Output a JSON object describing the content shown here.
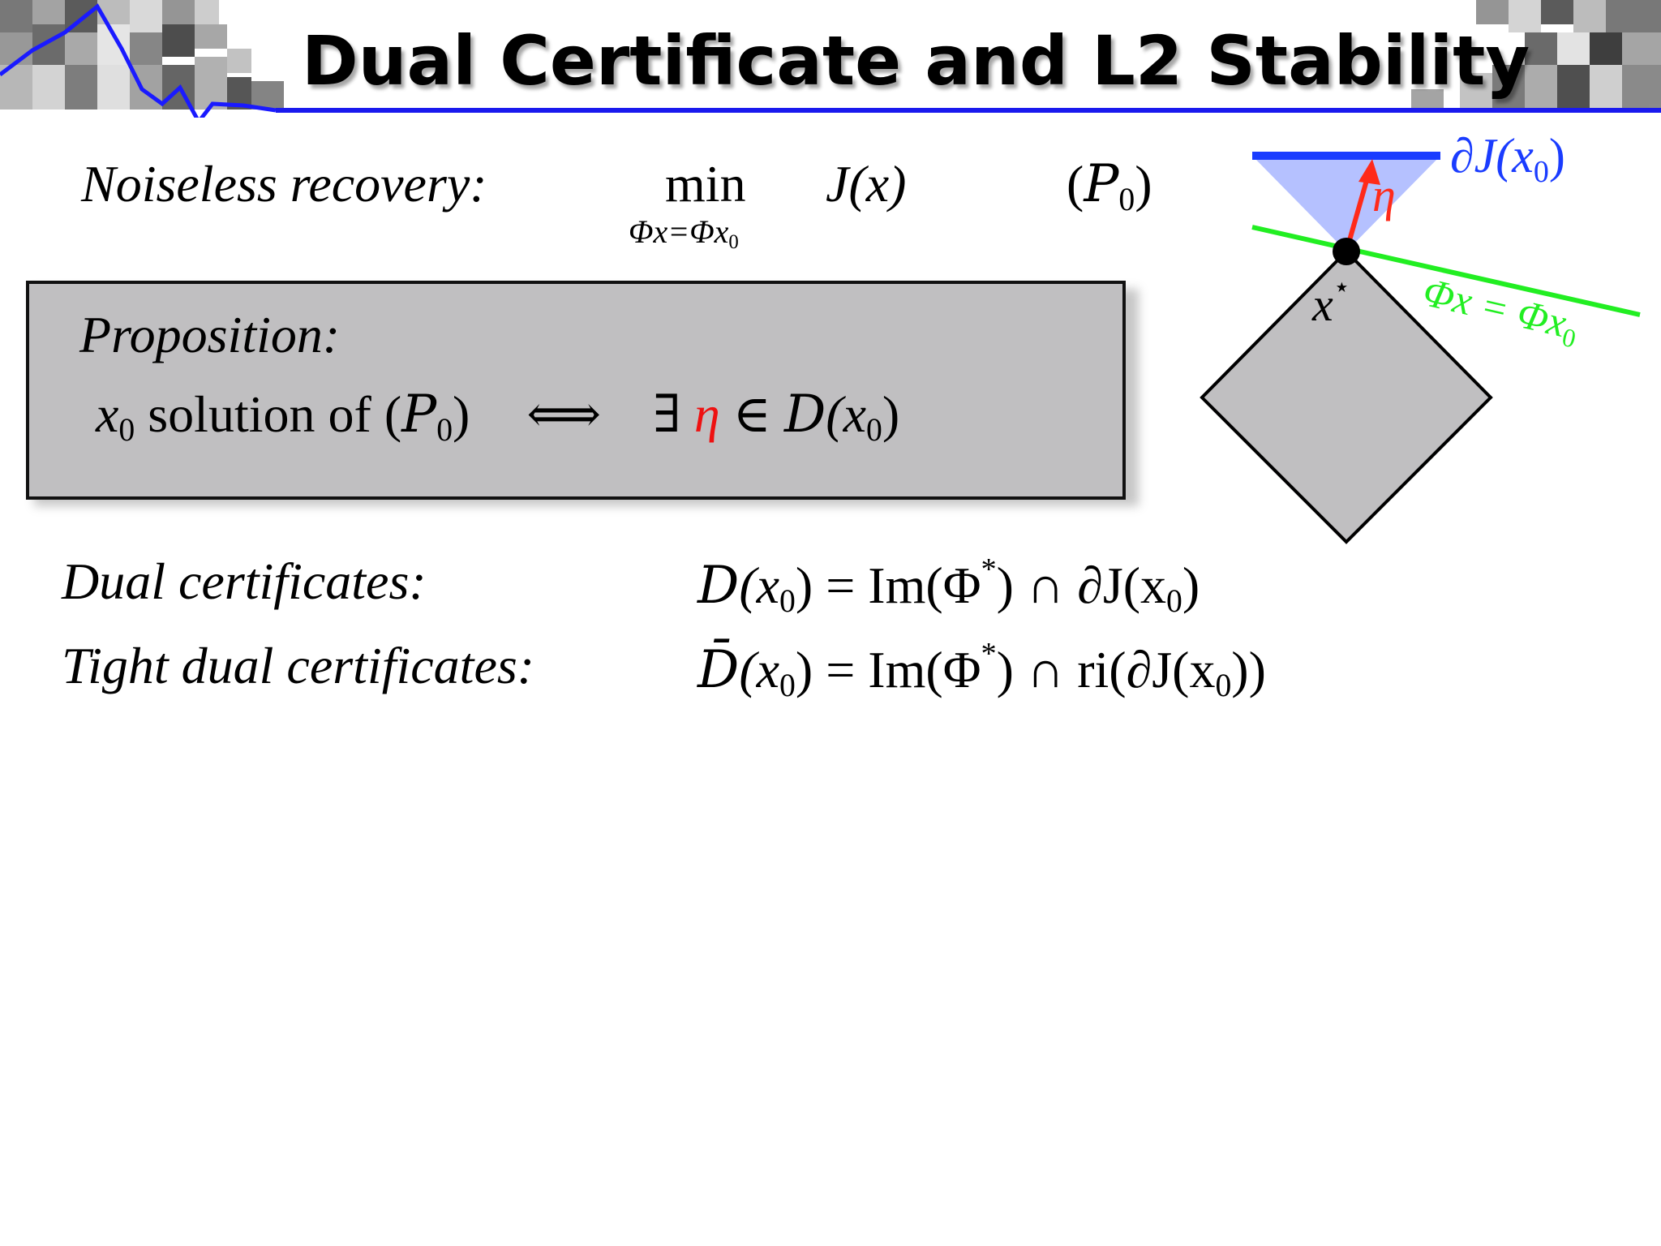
{
  "slide": {
    "title": "Dual Certificate and L2 Stability"
  },
  "noiseless": {
    "label": "Noiseless recovery:",
    "operator": "min",
    "constraint": "Φx=Φx",
    "constraint_sub": "0",
    "objective": "J(x)",
    "tag_open": "(",
    "tag_letter": "P",
    "tag_sub": "0",
    "tag_close": ")"
  },
  "proposition": {
    "title": "Proposition:",
    "lhs_var": "x",
    "lhs_sub": "0",
    "lhs_text": " solution of (",
    "lhs_letter": "P",
    "lhs_sub2": "0",
    "lhs_close": ")",
    "iff": "⟺",
    "exists": "∃ ",
    "eta": "η",
    "in": " ∈ ",
    "set_letter": "D",
    "set_arg": "(x",
    "set_sub": "0",
    "set_close": ")"
  },
  "dual": {
    "label": "Dual certificates:",
    "lhs_letter": "D",
    "lhs_arg": "(x",
    "lhs_sub": "0",
    "rhs1": ") = Im(Φ",
    "star": "*",
    "rhs2": ") ∩ ∂J(x",
    "rhs_sub": "0",
    "rhs3": ")"
  },
  "tight": {
    "label": "Tight dual certificates:",
    "lhs_letter": "D̄",
    "lhs_arg": "(x",
    "lhs_sub": "0",
    "rhs1": ") = Im(Φ",
    "star": "*",
    "rhs2": ") ∩ ri(∂J(x",
    "rhs_sub": "0",
    "rhs3": "))"
  },
  "diagram": {
    "subdiff_label": "∂J(x",
    "subdiff_sub": "0",
    "subdiff_close": ")",
    "eta_label": "η",
    "constraint_label": "Φx = Φx",
    "constraint_sub": "0",
    "point_label": "x",
    "point_sup": "⋆",
    "colors": {
      "subdiff": "#1a3cff",
      "cone_fill": "#a8b6ff",
      "eta": "#ff2a1a",
      "constraint": "#22ee22",
      "ball_fill": "#c0bfc1"
    }
  }
}
